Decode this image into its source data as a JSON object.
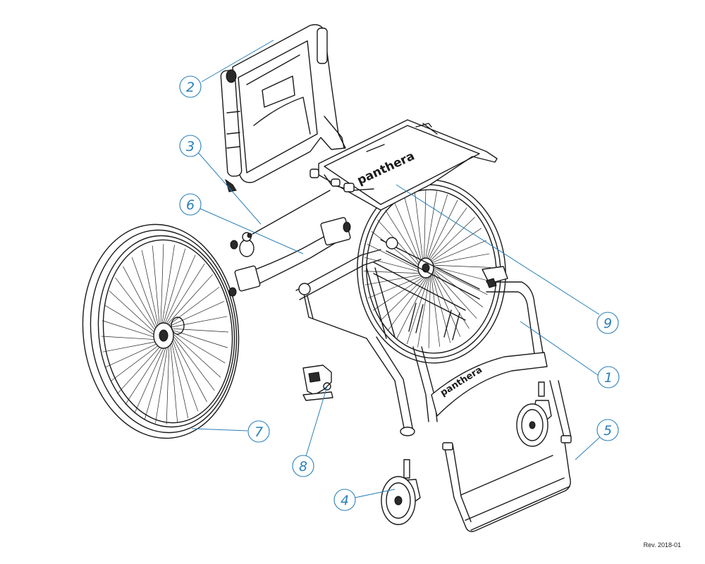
{
  "diagram": {
    "brand_text": "panthera",
    "revision": "Rev. 2018-01",
    "callout_color": "#2a7fb8",
    "callouts": [
      {
        "number": "1",
        "part": "frame"
      },
      {
        "number": "2",
        "part": "backrest"
      },
      {
        "number": "3",
        "part": "axle-bolt"
      },
      {
        "number": "4",
        "part": "front-caster-left"
      },
      {
        "number": "5",
        "part": "footrest"
      },
      {
        "number": "6",
        "part": "axle-tube"
      },
      {
        "number": "7",
        "part": "rear-wheel"
      },
      {
        "number": "8",
        "part": "brake"
      },
      {
        "number": "9",
        "part": "seat-plate"
      }
    ]
  }
}
